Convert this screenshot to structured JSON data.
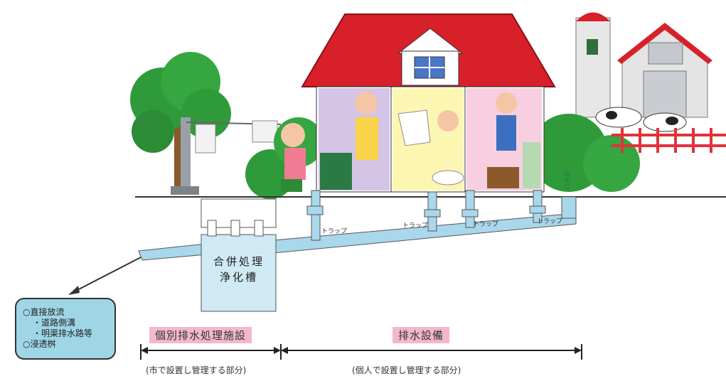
{
  "tank": {
    "line1": "合併処理",
    "line2": "浄化槽"
  },
  "traps": [
    "トラップ",
    "トラップ",
    "トラップ",
    "トラップ"
  ],
  "drain_outlet": "排水口",
  "discharge_box": {
    "line1": "○直接放流",
    "line2": "・道路側溝",
    "line3": "・明渠排水路等",
    "line4": "○浸透桝"
  },
  "sections": {
    "individual": {
      "label": "個別排水処理施設",
      "note": "(市で設置し管理する部分)"
    },
    "drainage": {
      "label": "排水設備",
      "note": "(個人で設置し管理する部分)"
    }
  },
  "colors": {
    "roof": "#d8202a",
    "pipe": "#a9d7ec",
    "grass": "#2f9a3a",
    "tank": "#cfe9f5",
    "box": "#9ed6e6",
    "section_label": "#f3b8cf"
  }
}
